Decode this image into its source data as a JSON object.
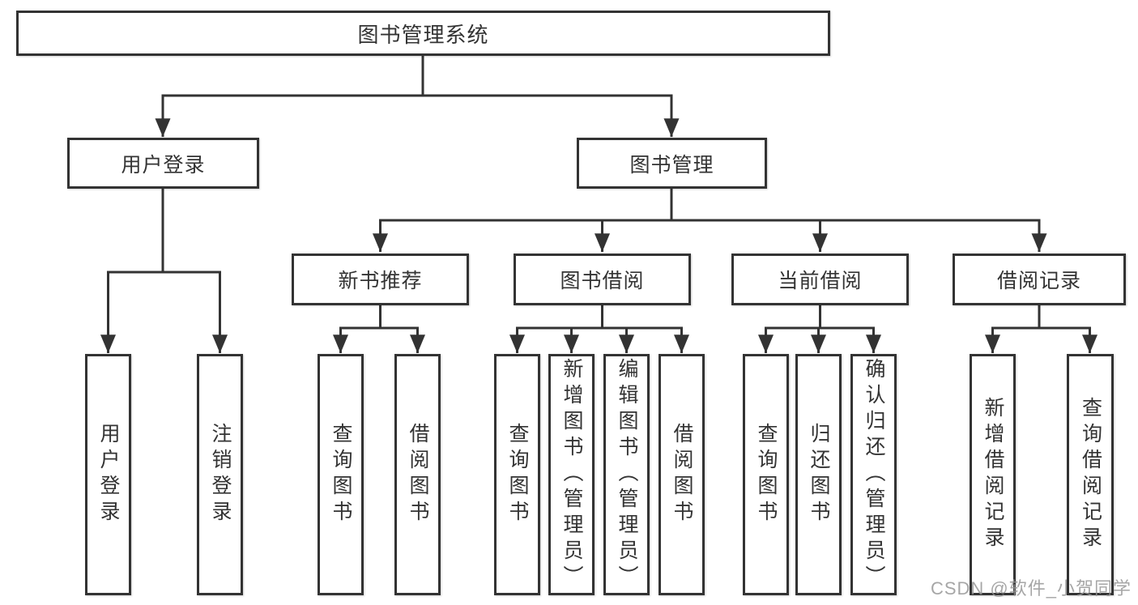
{
  "diagram": {
    "title": "图书管理系统",
    "level2": [
      {
        "label": "用户登录"
      },
      {
        "label": "图书管理"
      }
    ],
    "level3": [
      {
        "label": "新书推荐"
      },
      {
        "label": "图书借阅"
      },
      {
        "label": "当前借阅"
      },
      {
        "label": "借阅记录"
      }
    ],
    "leaves": [
      {
        "label": "用户登录"
      },
      {
        "label": "注销登录"
      },
      {
        "label": "查询图书"
      },
      {
        "label": "借阅图书"
      },
      {
        "label": "查询图书"
      },
      {
        "label": "新增图书（管理员）"
      },
      {
        "label": "编辑图书（管理员）"
      },
      {
        "label": "借阅图书"
      },
      {
        "label": "查询图书"
      },
      {
        "label": "归还图书"
      },
      {
        "label": "确认归还（管理员）"
      },
      {
        "label": "新增借阅记录"
      },
      {
        "label": "查询借阅记录"
      }
    ]
  },
  "watermark": {
    "text": "CSDN @软件_小贺同学"
  },
  "colors": {
    "line": "#333333",
    "text": "#333333",
    "background": "#ffffff",
    "watermark": "#969696"
  }
}
